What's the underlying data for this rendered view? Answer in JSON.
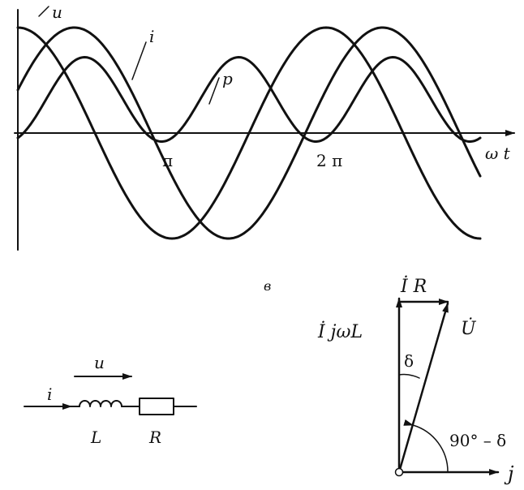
{
  "waveform_plot": {
    "curve_labels": {
      "u": "u",
      "i": "i",
      "p": "p"
    },
    "x_ticks": [
      "π",
      "2 π"
    ],
    "x_axis_label": "ω t"
  },
  "panel_label": "в",
  "circuit": {
    "voltage_label": "u",
    "current_label": "i",
    "inductor_label": "L",
    "resistor_label": "R"
  },
  "phasor_diagram": {
    "ir_label": "İ R",
    "ijwl_label": "İ jωL",
    "u_label": "U̇",
    "delta_label": "δ",
    "angle_label": "90° – δ",
    "j_label": "j"
  }
}
